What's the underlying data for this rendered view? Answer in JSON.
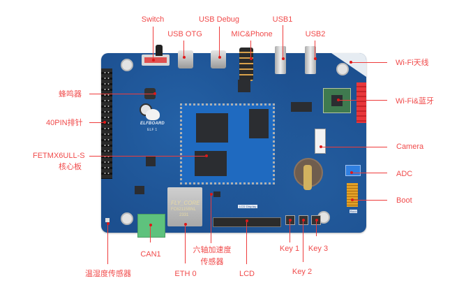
{
  "title": "ELF 1 development board interface diagram",
  "board": {
    "brand": "ELFBOARD",
    "model": "ELF 1",
    "eth_jack_text": [
      "FLY_CORE",
      "FC62115BNL",
      "2331"
    ],
    "lcd_silk": "LCD Display",
    "boot_silk": "Boot"
  },
  "labels": {
    "switch": "Switch",
    "usb_otg": "USB OTG",
    "usb_debug": "USB Debug",
    "mic_phone": "MIC&Phone",
    "usb1": "USB1",
    "usb2": "USB2",
    "wifi_antenna": "Wi-Fi天线",
    "wifi_bt": "Wi-Fi&蓝牙",
    "camera": "Camera",
    "adc": "ADC",
    "boot": "Boot",
    "buzzer": "蜂鸣器",
    "pin40": "40PIN排针",
    "som_line1": "FETMX6ULL-S",
    "som_line2": "核心板",
    "can1": "CAN1",
    "eth0": "ETH 0",
    "imu_line1": "六轴加速度",
    "imu_line2": "传感器",
    "lcd": "LCD",
    "key1": "Key 1",
    "key2": "Key 2",
    "key3": "Key 3",
    "temp_humidity": "温湿度传感器"
  },
  "colors": {
    "label": "#f04a4a",
    "leader_line": "#ee3b3b",
    "pcb": "#1c4f8f",
    "header_red": "#e8373b",
    "terminal_green": "#5ec27d"
  }
}
